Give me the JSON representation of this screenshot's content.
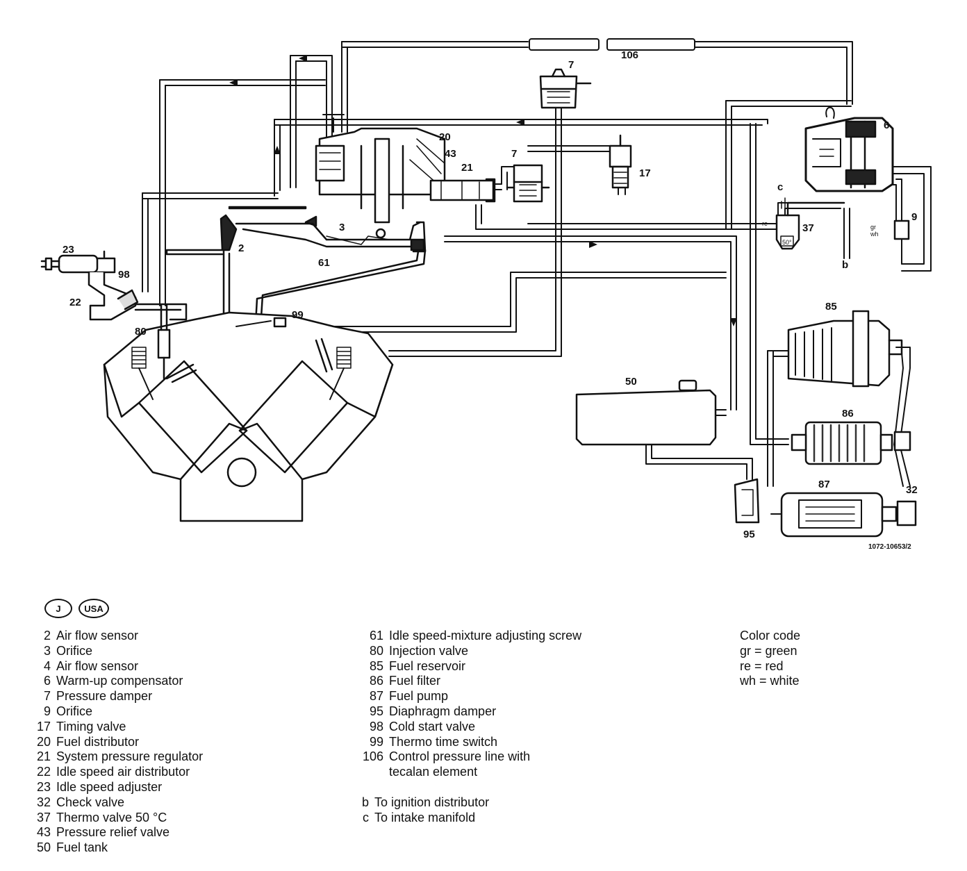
{
  "badges": [
    "J",
    "USA"
  ],
  "figure_ref": "1072-10653/2",
  "diagram_labels": {
    "l106": "106",
    "l7a": "7",
    "l7b": "7",
    "l20": "20",
    "l43": "43",
    "l21": "21",
    "l17": "17",
    "l6": "6",
    "lc": "c",
    "l37": "37",
    "l9": "9",
    "lb": "b",
    "l2": "2",
    "l3": "3",
    "l61": "61",
    "l23": "23",
    "l98": "98",
    "l22": "22",
    "l99": "99",
    "l80": "80",
    "l50": "50",
    "l85": "85",
    "l86": "86",
    "l87": "87",
    "l32": "32",
    "l95": "95",
    "thermo_temp": "50°",
    "tag_re": "re",
    "tag_gr": "gr",
    "tag_wh": "wh"
  },
  "legend": {
    "col1": [
      {
        "num": "2",
        "label": "Air flow sensor"
      },
      {
        "num": "3",
        "label": "Orifice"
      },
      {
        "num": "4",
        "label": "Air flow sensor"
      },
      {
        "num": "6",
        "label": "Warm-up compensator"
      },
      {
        "num": "7",
        "label": "Pressure damper"
      },
      {
        "num": "9",
        "label": "Orifice"
      },
      {
        "num": "17",
        "label": "Timing valve"
      },
      {
        "num": "20",
        "label": "Fuel distributor"
      },
      {
        "num": "21",
        "label": "System pressure regulator"
      },
      {
        "num": "22",
        "label": "Idle speed air distributor"
      },
      {
        "num": "23",
        "label": "Idle speed adjuster"
      },
      {
        "num": "32",
        "label": "Check valve"
      },
      {
        "num": "37",
        "label": "Thermo valve 50 °C"
      },
      {
        "num": "43",
        "label": "Pressure relief valve"
      },
      {
        "num": "50",
        "label": "Fuel tank"
      }
    ],
    "col2": [
      {
        "num": "61",
        "label": "Idle speed-mixture adjusting screw"
      },
      {
        "num": "80",
        "label": "Injection valve"
      },
      {
        "num": "85",
        "label": "Fuel reservoir"
      },
      {
        "num": "86",
        "label": "Fuel filter"
      },
      {
        "num": "87",
        "label": "Fuel pump"
      },
      {
        "num": "95",
        "label": "Diaphragm damper"
      },
      {
        "num": "98",
        "label": "Cold start valve"
      },
      {
        "num": "99",
        "label": "Thermo time switch"
      },
      {
        "num": "106",
        "label": "Control pressure line with"
      },
      {
        "num": "",
        "label": "tecalan element"
      }
    ],
    "col2b": [
      {
        "num": "b",
        "label": "To ignition distributor"
      },
      {
        "num": "c",
        "label": "To intake manifold"
      }
    ],
    "color_code": {
      "title": "Color code",
      "items": [
        "gr = green",
        "re = red",
        "wh = white"
      ]
    }
  }
}
